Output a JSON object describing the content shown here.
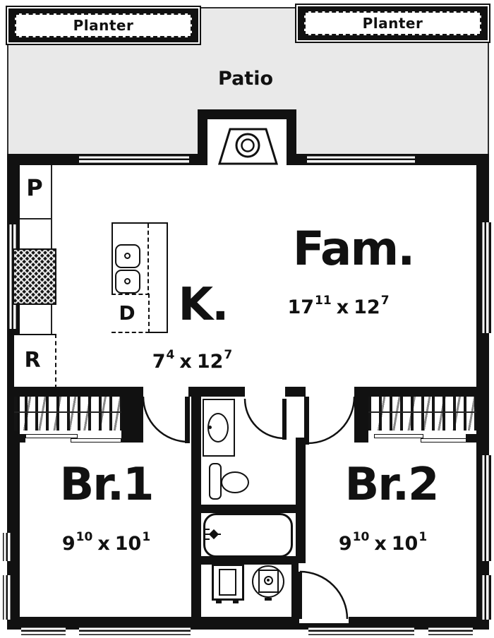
{
  "plan": {
    "patio": {
      "label": "Patio"
    },
    "planters": {
      "left": "Planter",
      "right": "Planter"
    },
    "rooms": {
      "family": {
        "label": "Fam.",
        "dim": {
          "w": "17",
          "ws": "11",
          "sep": "x",
          "l": "12",
          "ls": "7"
        }
      },
      "kitchen": {
        "label": "K.",
        "dim": {
          "w": "7",
          "ws": "4",
          "sep": "x",
          "l": "12",
          "ls": "7"
        }
      },
      "bedroom1": {
        "label": "Br.1",
        "dim": {
          "w": "9",
          "ws": "10",
          "sep": "x",
          "l": "10",
          "ls": "1"
        }
      },
      "bedroom2": {
        "label": "Br.2",
        "dim": {
          "w": "9",
          "ws": "10",
          "sep": "x",
          "l": "10",
          "ls": "1"
        }
      }
    },
    "fixtures": {
      "pantry": "P",
      "dishwasher": "D",
      "refrigerator": "R"
    }
  },
  "colors": {
    "wall": "#111111",
    "line": "#222222",
    "patio_bg": "#e9e9e9",
    "paper": "#ffffff"
  }
}
